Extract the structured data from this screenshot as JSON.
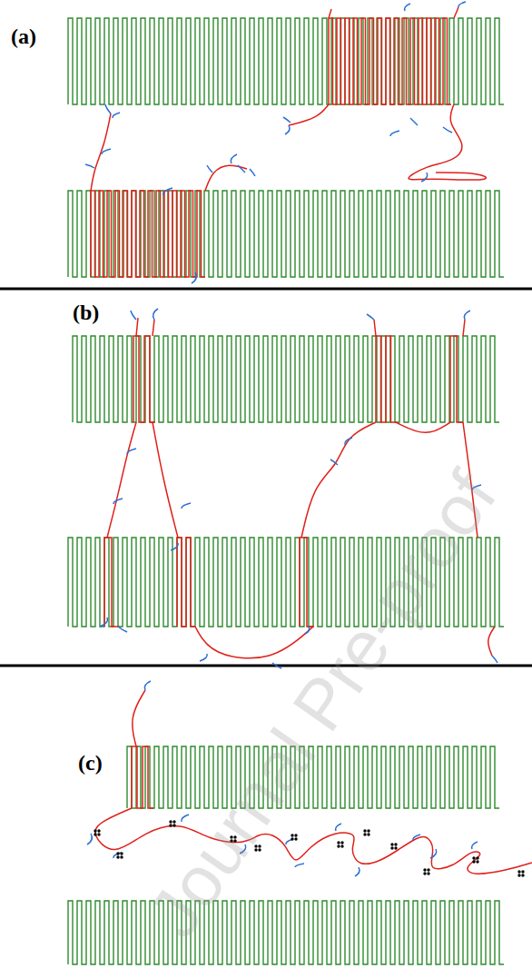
{
  "diagram": {
    "labels": [
      "(a)",
      "(b)",
      "(c)",
      "Journal Pre-proof"
    ]
  }
}
